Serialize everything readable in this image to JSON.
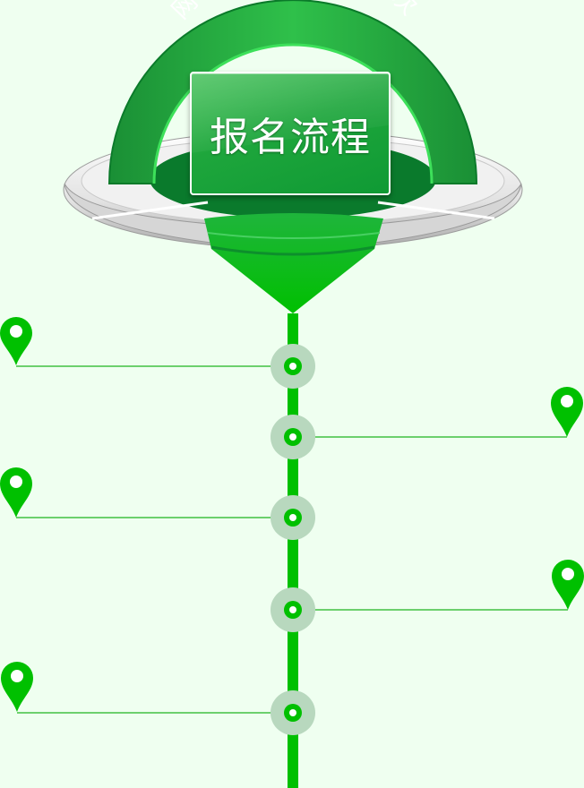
{
  "header": {
    "title": "报名流程",
    "arc_text": "网络+面授专享班次"
  },
  "colors": {
    "background": "#effff0",
    "primary_green": "#00c000",
    "dark_green": "#0a7a2c",
    "halo": "#b8d8be",
    "line": "#1fb51f"
  },
  "timeline": {
    "steps": [
      {
        "side": "left"
      },
      {
        "side": "right"
      },
      {
        "side": "left"
      },
      {
        "side": "right"
      },
      {
        "side": "left"
      }
    ]
  }
}
